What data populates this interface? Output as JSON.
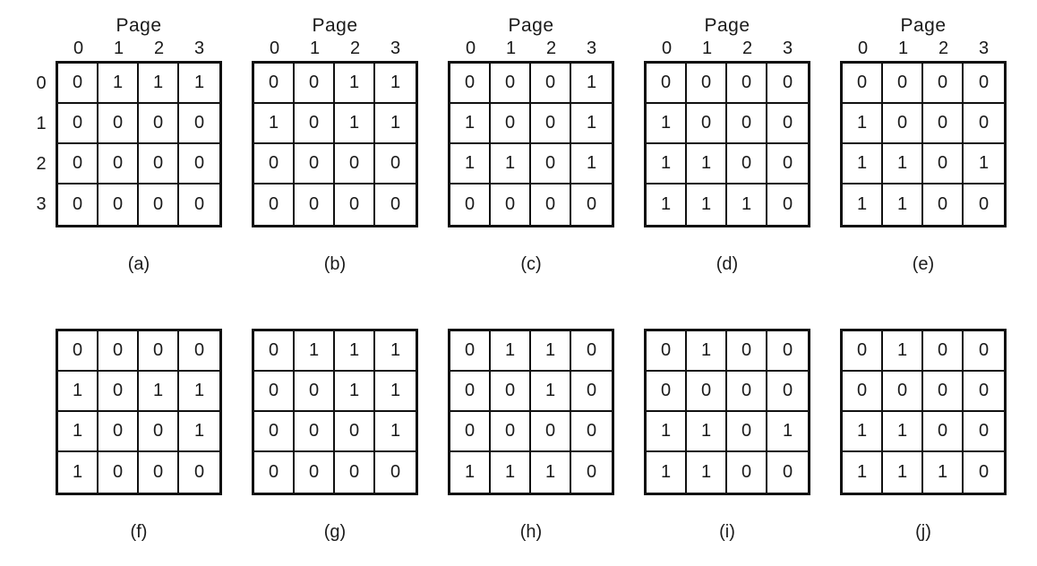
{
  "figure": {
    "title": "Page",
    "col_headers": [
      "0",
      "1",
      "2",
      "3"
    ],
    "row_headers": [
      "0",
      "1",
      "2",
      "3"
    ],
    "colors": {
      "border": "#111111",
      "text": "#1a1a1a",
      "background": "#ffffff"
    },
    "matrices": [
      {
        "id": "a",
        "caption": "(a)",
        "show_page_header": true,
        "show_row_labels": true,
        "rows": [
          [
            0,
            1,
            1,
            1
          ],
          [
            0,
            0,
            0,
            0
          ],
          [
            0,
            0,
            0,
            0
          ],
          [
            0,
            0,
            0,
            0
          ]
        ]
      },
      {
        "id": "b",
        "caption": "(b)",
        "show_page_header": true,
        "show_row_labels": false,
        "rows": [
          [
            0,
            0,
            1,
            1
          ],
          [
            1,
            0,
            1,
            1
          ],
          [
            0,
            0,
            0,
            0
          ],
          [
            0,
            0,
            0,
            0
          ]
        ]
      },
      {
        "id": "c",
        "caption": "(c)",
        "show_page_header": true,
        "show_row_labels": false,
        "rows": [
          [
            0,
            0,
            0,
            1
          ],
          [
            1,
            0,
            0,
            1
          ],
          [
            1,
            1,
            0,
            1
          ],
          [
            0,
            0,
            0,
            0
          ]
        ]
      },
      {
        "id": "d",
        "caption": "(d)",
        "show_page_header": true,
        "show_row_labels": false,
        "rows": [
          [
            0,
            0,
            0,
            0
          ],
          [
            1,
            0,
            0,
            0
          ],
          [
            1,
            1,
            0,
            0
          ],
          [
            1,
            1,
            1,
            0
          ]
        ]
      },
      {
        "id": "e",
        "caption": "(e)",
        "show_page_header": true,
        "show_row_labels": false,
        "rows": [
          [
            0,
            0,
            0,
            0
          ],
          [
            1,
            0,
            0,
            0
          ],
          [
            1,
            1,
            0,
            1
          ],
          [
            1,
            1,
            0,
            0
          ]
        ]
      },
      {
        "id": "f",
        "caption": "(f)",
        "show_page_header": false,
        "show_row_labels": false,
        "rows": [
          [
            0,
            0,
            0,
            0
          ],
          [
            1,
            0,
            1,
            1
          ],
          [
            1,
            0,
            0,
            1
          ],
          [
            1,
            0,
            0,
            0
          ]
        ]
      },
      {
        "id": "g",
        "caption": "(g)",
        "show_page_header": false,
        "show_row_labels": false,
        "rows": [
          [
            0,
            1,
            1,
            1
          ],
          [
            0,
            0,
            1,
            1
          ],
          [
            0,
            0,
            0,
            1
          ],
          [
            0,
            0,
            0,
            0
          ]
        ]
      },
      {
        "id": "h",
        "caption": "(h)",
        "show_page_header": false,
        "show_row_labels": false,
        "rows": [
          [
            0,
            1,
            1,
            0
          ],
          [
            0,
            0,
            1,
            0
          ],
          [
            0,
            0,
            0,
            0
          ],
          [
            1,
            1,
            1,
            0
          ]
        ]
      },
      {
        "id": "i",
        "caption": "(i)",
        "show_page_header": false,
        "show_row_labels": false,
        "rows": [
          [
            0,
            1,
            0,
            0
          ],
          [
            0,
            0,
            0,
            0
          ],
          [
            1,
            1,
            0,
            1
          ],
          [
            1,
            1,
            0,
            0
          ]
        ]
      },
      {
        "id": "j",
        "caption": "(j)",
        "show_page_header": false,
        "show_row_labels": false,
        "rows": [
          [
            0,
            1,
            0,
            0
          ],
          [
            0,
            0,
            0,
            0
          ],
          [
            1,
            1,
            0,
            0
          ],
          [
            1,
            1,
            1,
            0
          ]
        ]
      }
    ]
  }
}
